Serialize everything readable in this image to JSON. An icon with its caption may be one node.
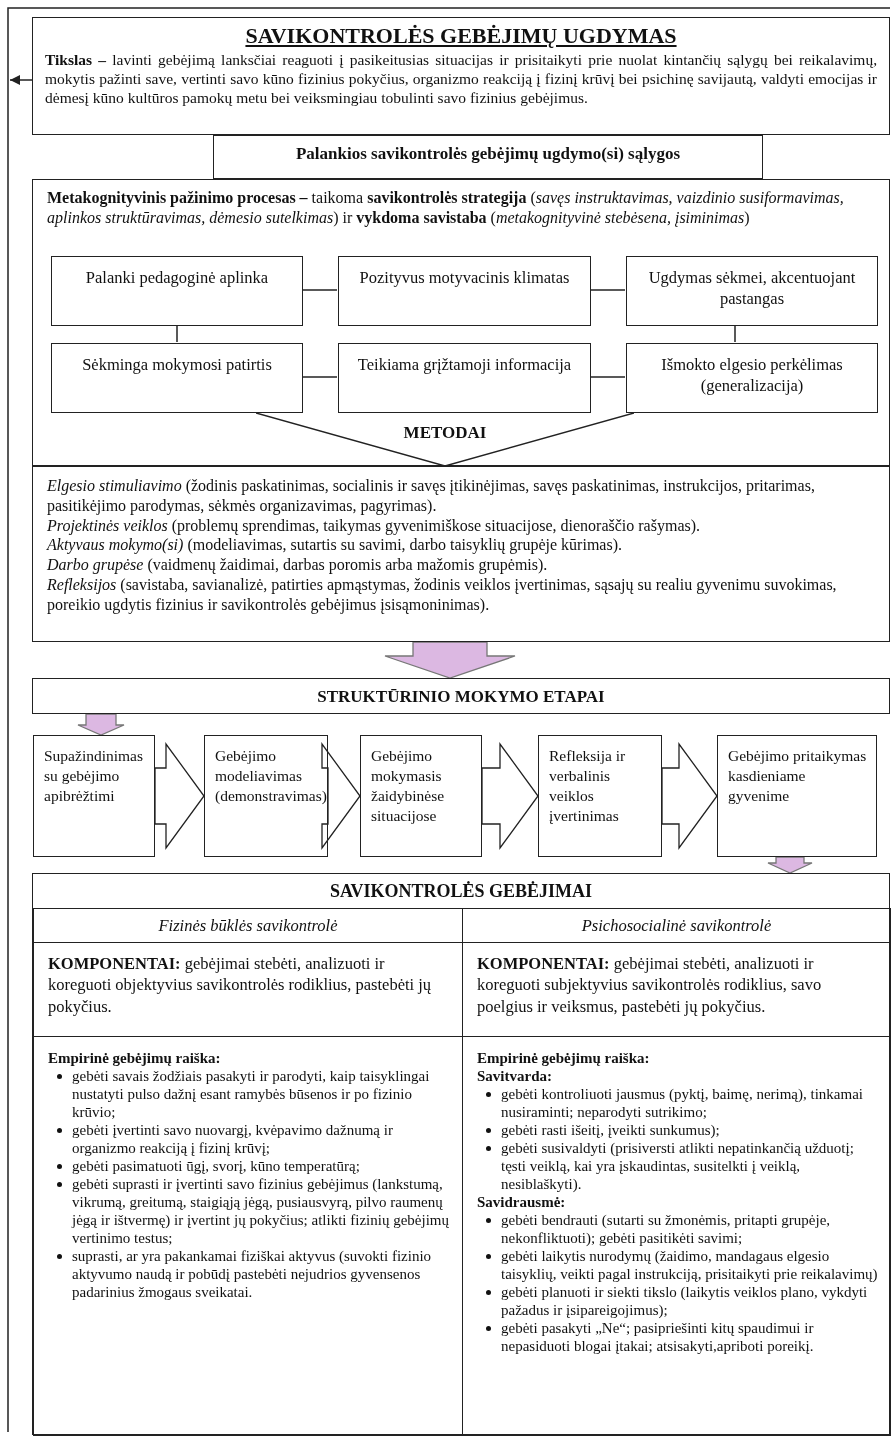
{
  "diagram": {
    "nodes": [
      {
        "text": [
          "SAVIKONTROLĖS GEBĖJIMŲ UGDYMAS",
          "**Tikslas –** lavinti gebėjimą lanksčiai reaguoti į pasikeitusias situacijas ir prisitaikyti prie nuolat kintančių sąlygų bei reikalavimų, mokytis pažinti save, vertinti savo kūno fizinius pokyčius, organizmo reakciją į fizinį krūvį bei psichinę savijautą, valdyti emocijas ir dėmesį kūno kultūros pamokų metu bei veiksmingiau tobulinti savo fizinius gebėjimus."
        ]
      },
      {
        "text": [
          "Palankios savikontrolės gebėjimų ugdymo(si) sąlygos"
        ]
      },
      {
        "text": [
          "**Metakognityvinis pažinimo procesas –** taikoma **savikontrolės strategija** (*savęs instruktavimas, vaizdinio susiformavimas, aplinkos struktūravimas, dėmesio sutelkimas*) ir **vykdoma savistaba** (*metakognityvinė stebėsena, įsiminimas*)"
        ]
      },
      {
        "text": [
          "Palanki pedagoginė aplinka"
        ],
        "in": 2
      },
      {
        "text": [
          "Pozityvus motyvacinis klimatas"
        ],
        "in": 2
      },
      {
        "text": [
          "Ugdymas sėkmei, akcentuojant pastangas"
        ],
        "in": 2
      },
      {
        "text": [
          "Sėkminga mokymosi patirtis"
        ],
        "in": 2
      },
      {
        "text": [
          "Teikiama grįžtamoji informacija"
        ],
        "in": 2
      },
      {
        "text": [
          "Išmokto elgesio perkėlimas (generalizacija)"
        ],
        "in": 2
      },
      {
        "text": [
          "METODAI"
        ],
        "in": 2
      },
      {
        "text": [
          "*Elgesio stimuliavimo* (žodinis paskatinimas, socialinis ir savęs įtikinėjimas, savęs paskatinimas, instrukcijos, pritarimas, pasitikėjimo parodymas, sėkmės organizavimas, pagyrimas).",
          "*Projektinės veiklos* (problemų sprendimas, taikymas gyvenimiškose situacijose, dienoraščio rašymas).",
          "*Aktyvaus mokymo(si)* (modeliavimas, sutartis su savimi, darbo taisyklių grupėje kūrimas).",
          "*Darbo grupėse* (vaidmenų žaidimai, darbas poromis arba mažomis grupėmis).",
          "*Refleksijos* (savistaba, savianalizė, patirties apmąstymas, žodinis veiklos įvertinimas, sąsajų su realiu gyvenimu suvokimas, poreikio ugdytis fizinius ir savikontrolės gebėjimus įsisąmoninimas)."
        ]
      },
      {
        "text": [
          "STRUKTŪRINIO MOKYMO ETAPAI"
        ]
      },
      {
        "text": [
          "Supažindinimas su gebėjimo apibrėžtimi"
        ]
      },
      {
        "text": [
          "Gebėjimo modeliavimas (demonstravimas)"
        ]
      },
      {
        "text": [
          "Gebėjimo mokymasis žaidybinėse situacijose"
        ]
      },
      {
        "text": [
          "Refleksija ir verbalinis veiklos įvertinimas"
        ]
      },
      {
        "text": [
          "Gebėjimo pritaikymas kasdieniame gyvenime"
        ]
      },
      {
        "text": [
          "SAVIKONTROLĖS GEBĖJIMAI"
        ]
      },
      {
        "text": [
          "Fizinės būklės savikontrolė"
        ],
        "in": 17
      },
      {
        "text": [
          "Psichosocialinė savikontrolė"
        ],
        "in": 17
      },
      {
        "text": [
          "**KOMPONENTAI:** gebėjimai stebėti, analizuoti ir koreguoti objektyvius savikontrolės rodiklius, pastebėti jų pokyčius."
        ],
        "in": 17
      },
      {
        "text": [
          "**KOMPONENTAI:** gebėjimai stebėti, analizuoti ir koreguoti subjektyvius savikontrolės rodiklius, savo poelgius ir veiksmus, pastebėti jų pokyčius."
        ],
        "in": 17
      },
      {
        "text": [
          "Empirinė gebėjimų raiška:",
          "gebėti savais žodžiais pasakyti ir parodyti, kaip taisyklingai nustatyti pulso dažnį esant ramybės būsenos ir po fizinio krūvio;",
          "gebėti įvertinti savo nuovargį, kvėpavimo dažnumą ir organizmo reakciją į fizinį krūvį;",
          "gebėti pasimatuoti ūgį, svorį, kūno temperatūrą;",
          "gebėti suprasti ir įvertinti savo fizinius gebėjimus (lankstumą, vikrumą, greitumą, staigiąją jėgą, pusiausvyrą, pilvo raumenų jėgą ir ištvermę) ir įvertint jų pokyčius;  atlikti fizinių gebėjimų vertinimo testus;",
          "suprasti, ar yra pakankamai fiziškai aktyvus (suvokti fizinio aktyvumo naudą ir pobūdį pastebėti nejudrios gyvensenos padarinius žmogaus sveikatai."
        ],
        "in": 17
      },
      {
        "text": [
          "Empirinė gebėjimų raiška:",
          "Savitvarda:",
          "gebėti kontroliuoti jausmus (pyktį, baimę, nerimą), tinkamai nusiraminti;  neparodyti sutrikimo;",
          "gebėti rasti išeitį, įveikti sunkumus);",
          "gebėti susivaldyti (prisiversti atlikti nepatinkančią užduotį; tęsti veiklą, kai yra įskaudintas, susitelkti į veiklą, nesiblaškyti).",
          "Savidrausmė:",
          "gebėti bendrauti (sutarti su žmonėmis, pritapti grupėje, nekonfliktuoti); gebėti pasitikėti savimi;",
          "gebėti laikytis nurodymų (žaidimo, mandagaus elgesio taisyklių, veikti pagal instrukciją, prisitaikyti prie reikalavimų)",
          "gebėti planuoti ir siekti tikslo (laikytis veiklos plano, vykdyti pažadus ir įsipareigojimus);",
          "gebėti pasakyti „Ne“; pasipriešinti kitų spaudimui ir nepasiduoti blogai įtakai; atsisakyti,apriboti poreikį."
        ],
        "in": 17
      }
    ],
    "edges": [
      {
        "from": 3,
        "to": 4,
        "arrow": "none"
      },
      {
        "from": 4,
        "to": 5,
        "arrow": "none"
      },
      {
        "from": 3,
        "to": 6,
        "arrow": "none"
      },
      {
        "from": 5,
        "to": 8,
        "arrow": "none"
      },
      {
        "from": 6,
        "to": 7,
        "arrow": "none"
      },
      {
        "from": 7,
        "to": 8,
        "arrow": "none"
      },
      {
        "from": 10,
        "to": 11,
        "arrow": "to",
        "style": "thick",
        "color": "#dcb8e2"
      },
      {
        "from": 11,
        "to": 12,
        "arrow": "to",
        "style": "thick",
        "color": "#dcb8e2"
      },
      {
        "from": 12,
        "to": 13,
        "arrow": "to",
        "style": "thick"
      },
      {
        "from": 13,
        "to": 14,
        "arrow": "to",
        "style": "thick"
      },
      {
        "from": 14,
        "to": 15,
        "arrow": "to",
        "style": "thick"
      },
      {
        "from": 15,
        "to": 16,
        "arrow": "to",
        "style": "thick"
      },
      {
        "from": 16,
        "to": 17,
        "arrow": "to",
        "style": "thick",
        "color": "#dcb8e2"
      },
      {
        "from": 0,
        "to": null,
        "arrow": "to"
      }
    ]
  }
}
